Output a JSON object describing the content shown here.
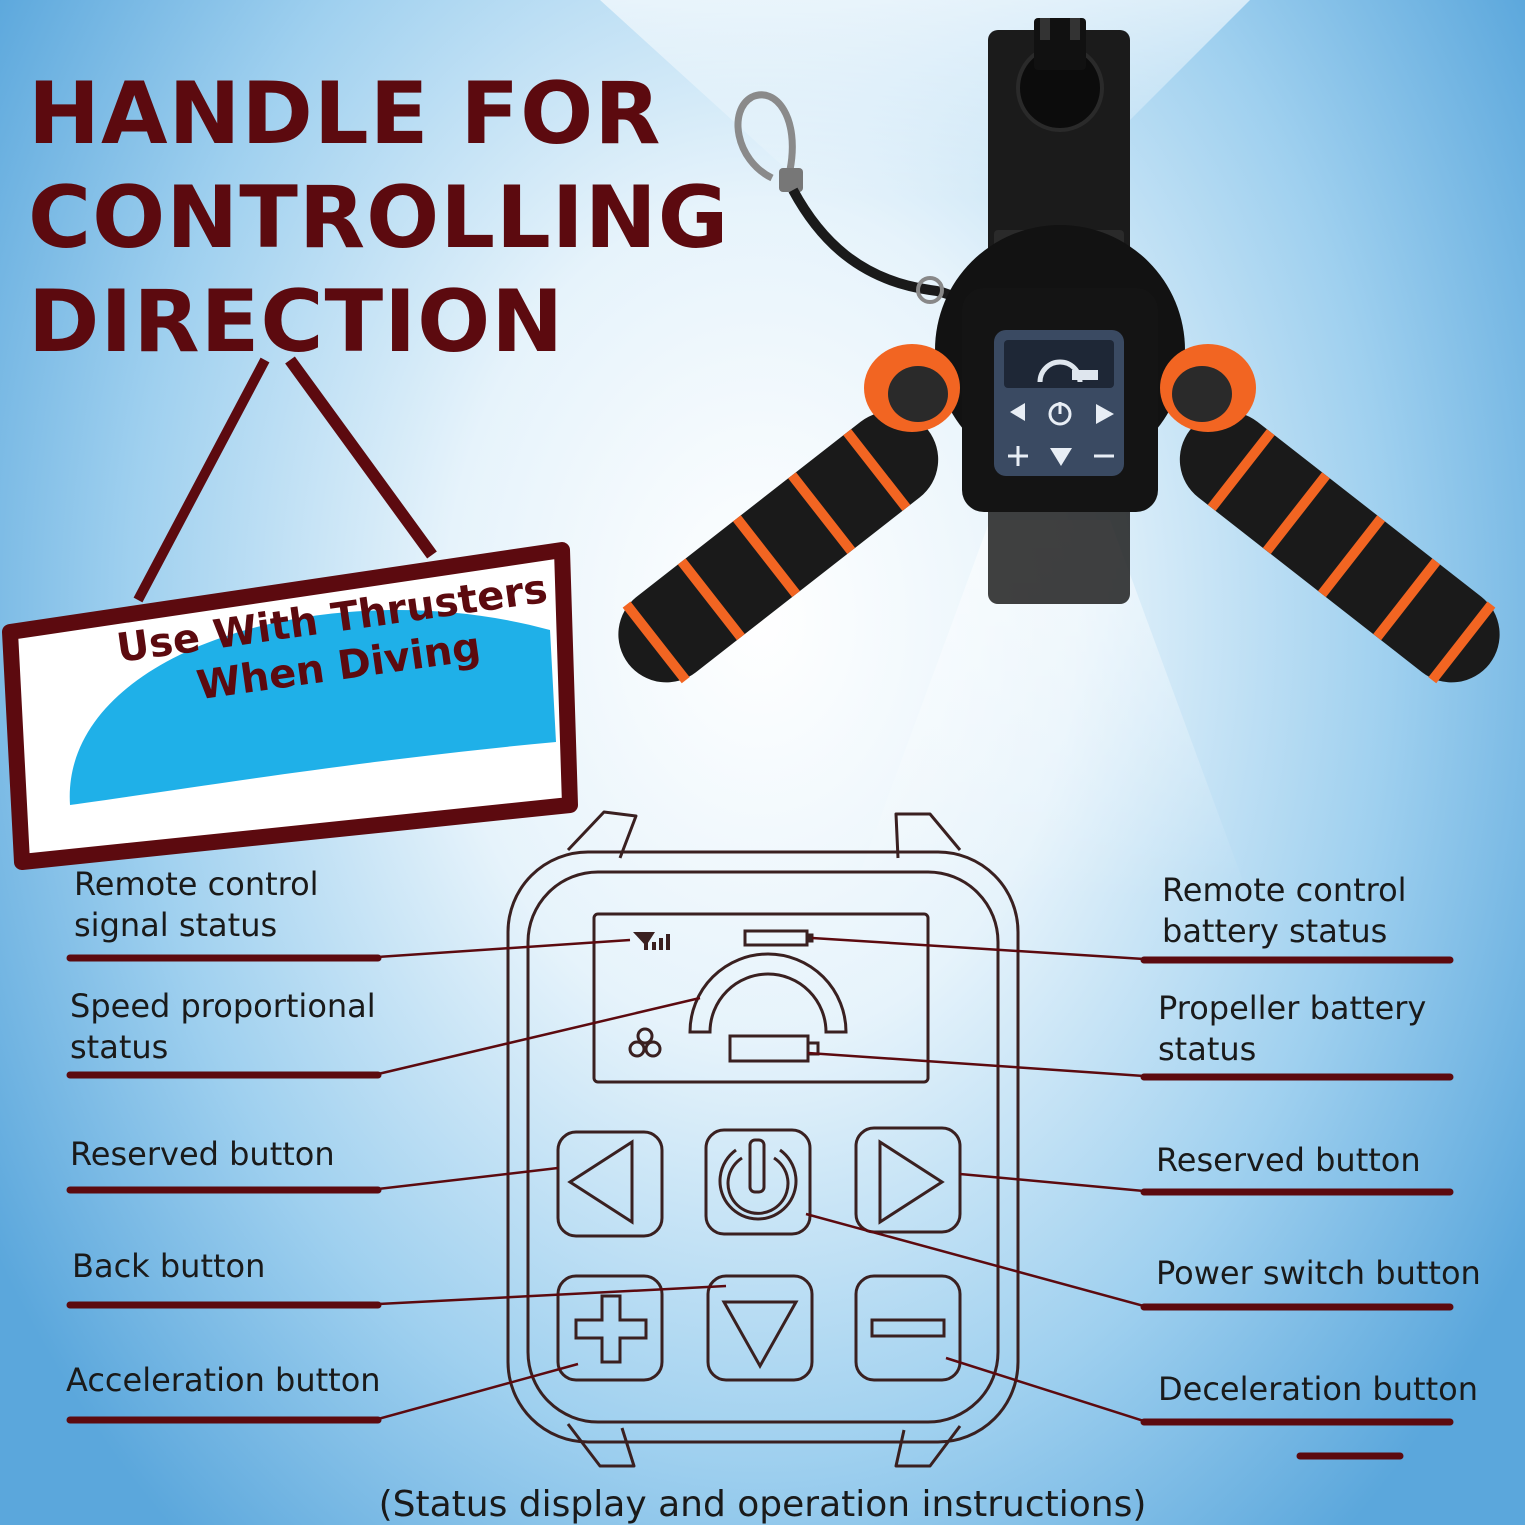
{
  "headline": [
    "HANDLE FOR",
    "CONTROLLING",
    "DIRECTION"
  ],
  "sign": [
    "Use With Thrusters",
    "When Diving"
  ],
  "labels": {
    "signal_status": [
      "Remote control",
      "signal status"
    ],
    "speed_status": [
      "Speed proportional",
      "status"
    ],
    "reserved_left": [
      "Reserved button"
    ],
    "back_button": [
      "Back button"
    ],
    "acceleration": [
      "Acceleration button"
    ],
    "remote_battery": [
      "Remote control",
      "battery status"
    ],
    "propeller_battery": [
      "Propeller battery",
      "status"
    ],
    "reserved_right": [
      "Reserved button"
    ],
    "power_switch": [
      "Power switch button"
    ],
    "deceleration": [
      "Deceleration button"
    ]
  },
  "caption": "(Status display and operation instructions)",
  "colors": {
    "maroon": "#5c0a0f",
    "sign_blue": "#1fb0e8",
    "handle_orange": "#f26522",
    "device_black": "#141414",
    "background_blue": "#5ba7dc"
  },
  "icons": {
    "signal": "signal-icon",
    "battery": "battery-icon",
    "propeller": "propeller-icon",
    "power": "power-icon",
    "left": "triangle-left-icon",
    "right": "triangle-right-icon",
    "down": "triangle-down-icon",
    "plus": "plus-icon",
    "minus": "minus-icon"
  }
}
